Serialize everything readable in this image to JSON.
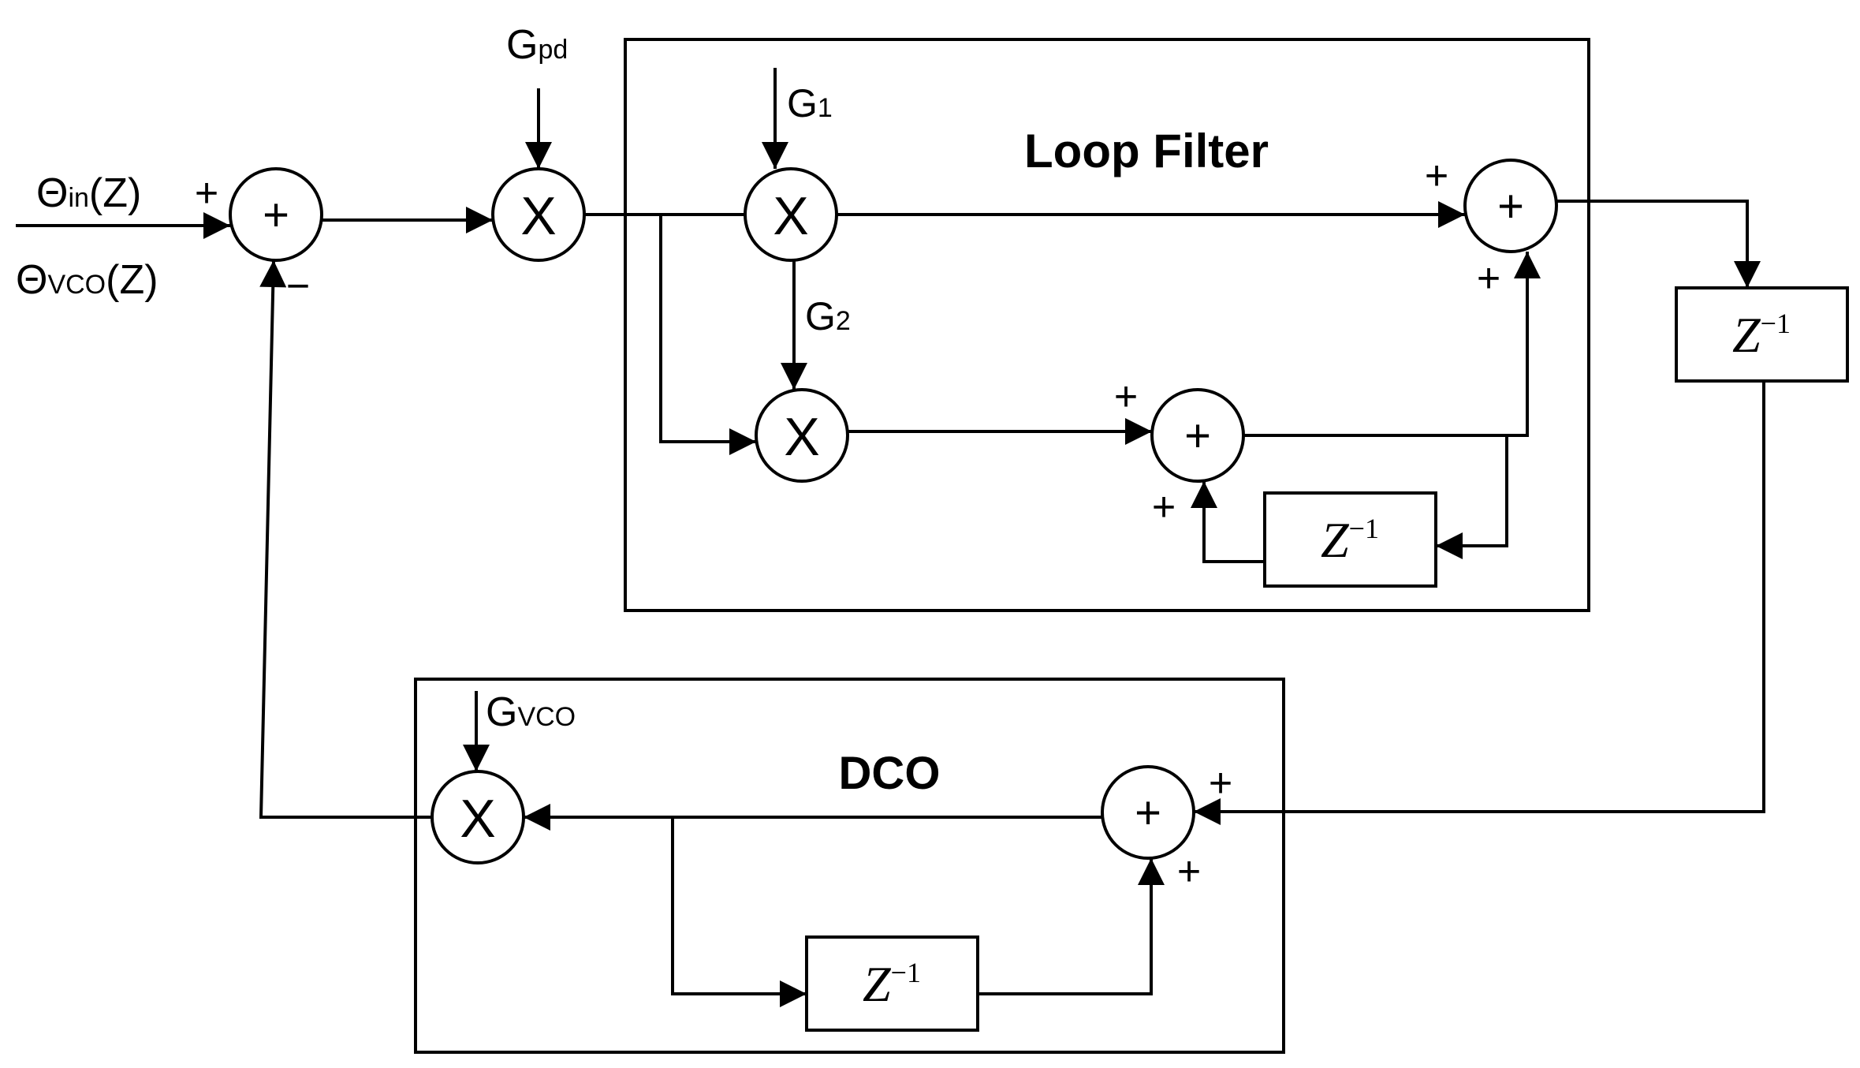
{
  "inputs": {
    "theta_in": {
      "main": "Θ",
      "sub": "in",
      "tail": "(Z)"
    },
    "theta_vco": {
      "main": "Θ",
      "sub": "VCO",
      "tail": "(Z)"
    }
  },
  "gains": {
    "gpd": {
      "main": "G",
      "sub": "pd"
    },
    "g1": {
      "main": "G",
      "sub": "1"
    },
    "g2": {
      "main": "G",
      "sub": "2"
    },
    "gvco": {
      "main": "G",
      "sub": "VCO"
    }
  },
  "blocks": {
    "loop_filter_title": "Loop Filter",
    "dco_title": "DCO"
  },
  "symbols": {
    "plus": "+",
    "minus": "−",
    "multiply": "X",
    "delay_main": "Z",
    "delay_sup": "−1"
  }
}
